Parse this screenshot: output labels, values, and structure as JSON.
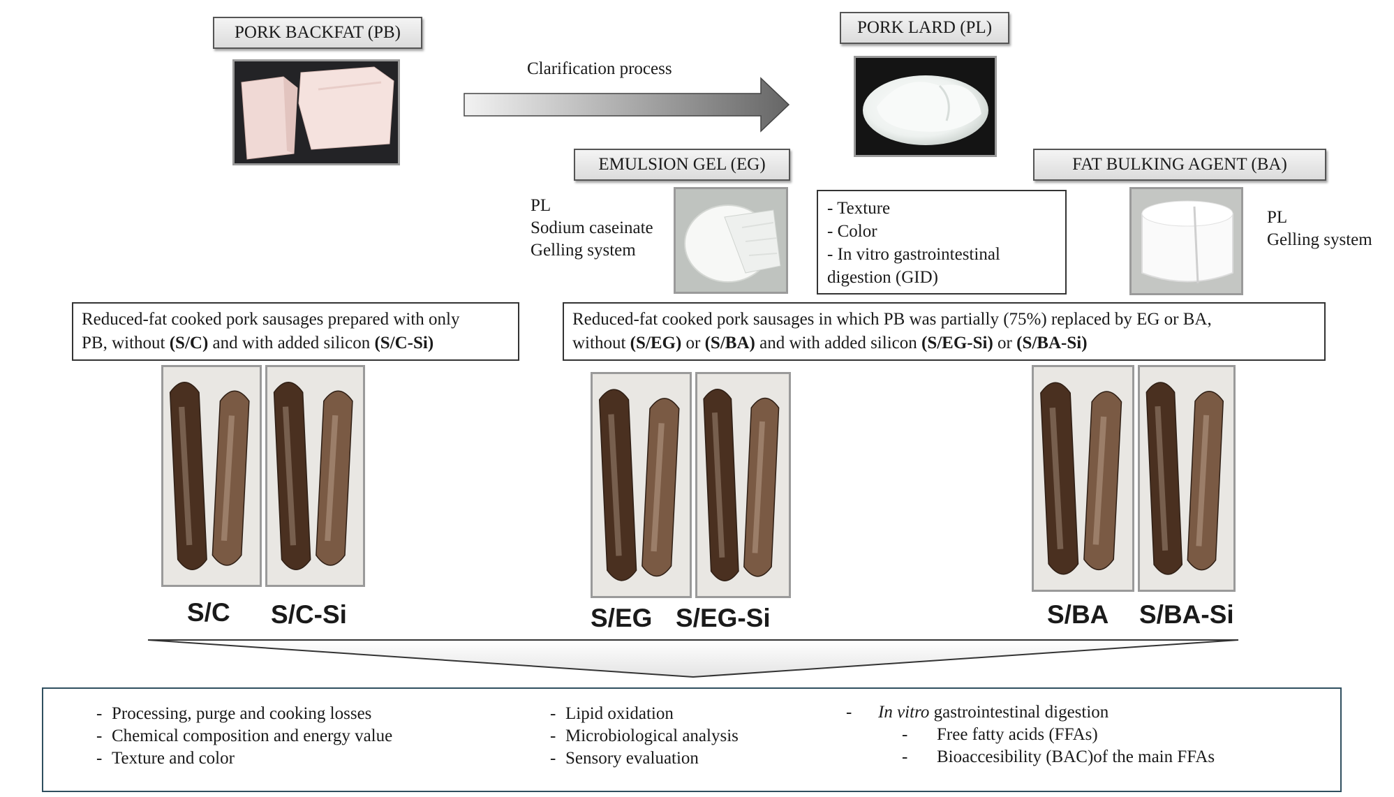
{
  "pork_backfat": {
    "label": "PORK BACKFAT (PB)"
  },
  "pork_lard": {
    "label": "PORK LARD (PL)"
  },
  "process_arrow": {
    "label": "Clarification process"
  },
  "emulsion_gel": {
    "label": "EMULSION GEL (EG)",
    "ingredients": [
      "PL",
      "Sodium caseinate",
      "Gelling system"
    ]
  },
  "fat_bulking_agent": {
    "label": "FAT BULKING AGENT (BA)",
    "ingredients": [
      "PL",
      "Gelling system"
    ]
  },
  "analysis_box": {
    "items": [
      "- Texture",
      "- Color",
      "- In vitro gastrointestinal",
      "digestion (GID)"
    ]
  },
  "control_desc": {
    "line1": "Reduced-fat cooked pork sausages prepared with only",
    "line2_a": "PB, without ",
    "line2_b": "(S/C)",
    "line2_c": " and with added silicon ",
    "line2_d": "(S/C-Si)"
  },
  "replaced_desc": {
    "line1": "Reduced-fat cooked pork sausages in which PB was partially (75%) replaced by EG or BA,",
    "line2_a": "without ",
    "line2_b": "(S/EG)",
    "line2_c": " or ",
    "line2_d": "(S/BA)",
    "line2_e": " and with added silicon ",
    "line2_f": "(S/EG-Si)",
    "line2_g": " or ",
    "line2_h": "(S/BA-Si)"
  },
  "samples": [
    "S/C",
    "S/C-Si",
    "S/EG",
    "S/EG-Si",
    "S/BA",
    "S/BA-Si"
  ],
  "results": {
    "col1": [
      "Processing, purge and cooking losses",
      "Chemical composition and energy value",
      "Texture and color"
    ],
    "col2": [
      "Lipid oxidation",
      "Microbiological analysis",
      "Sensory evaluation"
    ],
    "col3_head_italic": "In vitro",
    "col3_head_rest": " gastrointestinal digestion",
    "col3_sub": [
      "Free fatty acids (FFAs)",
      "Bioaccesibility (BAC)of the main FFAs"
    ]
  },
  "colors": {
    "sausage_dark": "#4a3020",
    "sausage_mid": "#7a5a44",
    "photo_bg": "#e9e7e3",
    "arrow_light": "#e6e6e6",
    "arrow_dark": "#6e6e6e"
  }
}
